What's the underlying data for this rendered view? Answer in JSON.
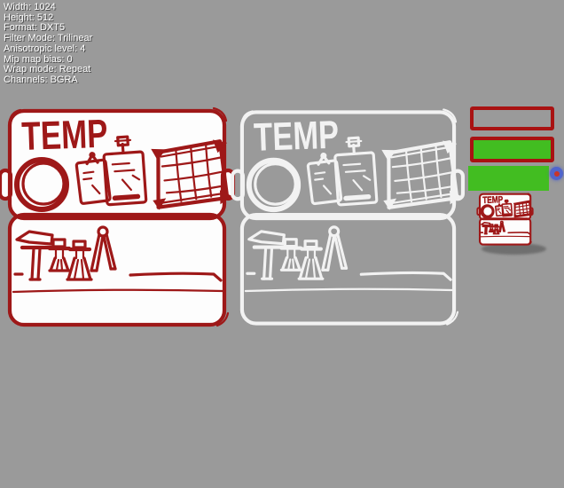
{
  "overlay": {
    "lines": [
      "Width: 1024",
      "Height: 512",
      "Format: DXT5",
      "Filter Mode: Trilinear",
      "Anisotropic level: 4",
      "Mip map bias: 0",
      "Wrap mode: Repeat",
      "Channels: BGRA"
    ]
  },
  "texture": {
    "label": "TEMP"
  },
  "colors": {
    "background": "#9a9a9a",
    "sketch_red": "#9e1818",
    "sketch_white": "#f2f2f2",
    "card_fill": "#fdfdfd",
    "swatch_border_red": "#a91212",
    "swatch_green": "#42bd21",
    "target_blue": "#5165cb",
    "target_center_red": "#c8352a",
    "shadow_gray": "#6f6f6f"
  }
}
